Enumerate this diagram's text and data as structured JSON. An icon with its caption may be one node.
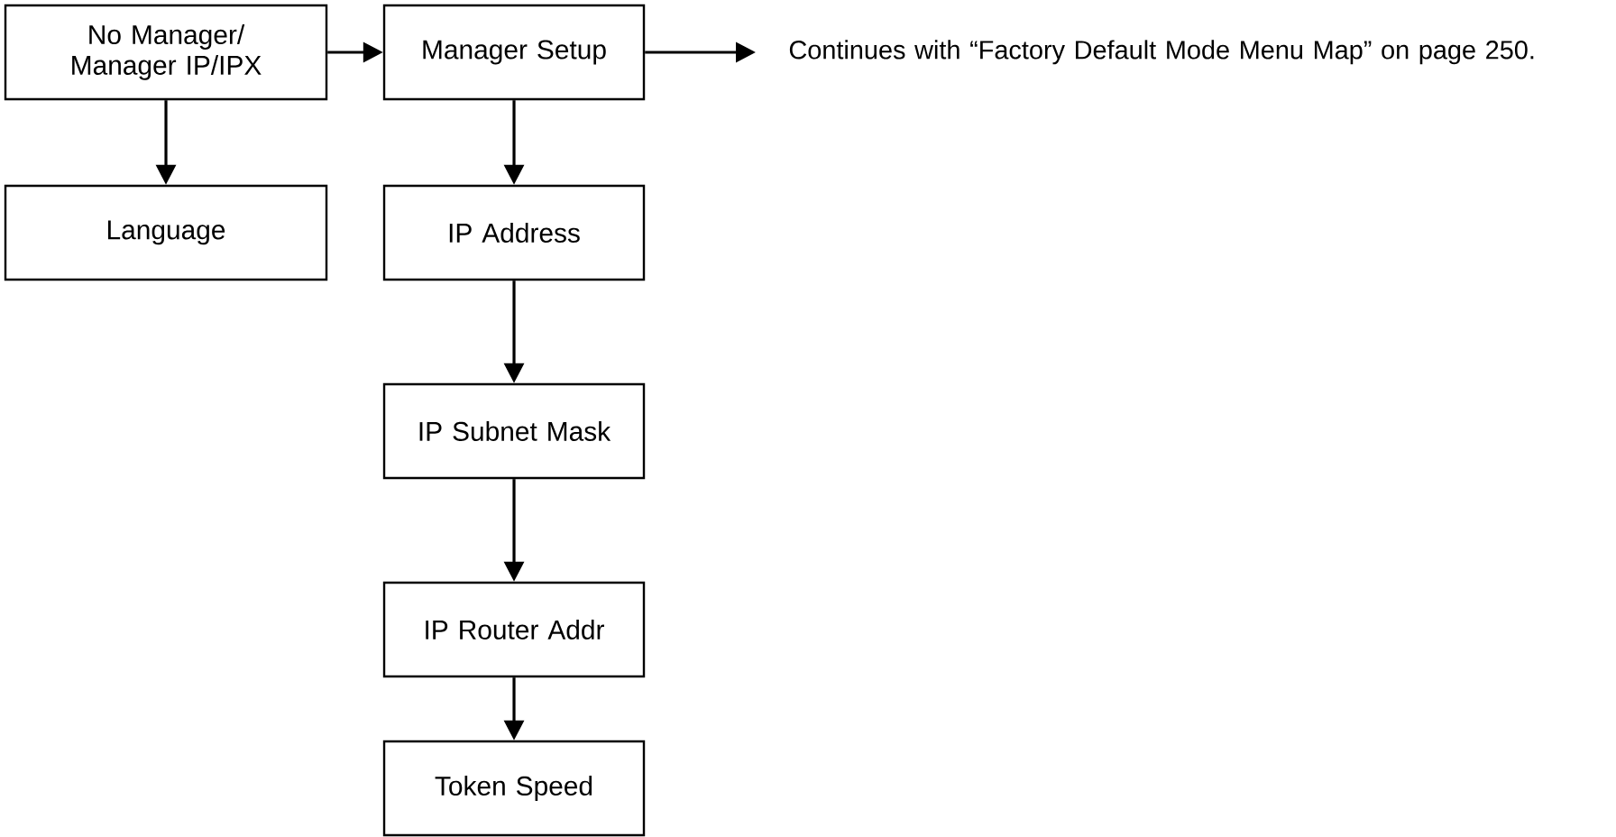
{
  "diagram": {
    "nodes": [
      {
        "text": [
          "No Manager/ Manager IP/IPX"
        ]
      },
      {
        "text": [
          "Manager Setup"
        ]
      },
      {
        "text": [
          "Language"
        ]
      },
      {
        "text": [
          "IP Address"
        ]
      },
      {
        "text": [
          "IP Subnet Mask"
        ]
      },
      {
        "text": [
          "IP Router Addr"
        ]
      },
      {
        "text": [
          "Token Speed"
        ]
      },
      {
        "text": [
          "Continues with “Factory Default Mode Menu Map” on page 250."
        ]
      }
    ],
    "edges": [
      {
        "from": 0,
        "to": 1,
        "arrow": "to"
      },
      {
        "from": 0,
        "to": 2,
        "arrow": "to"
      },
      {
        "from": 1,
        "to": 7,
        "arrow": "to"
      },
      {
        "from": 1,
        "to": 3,
        "arrow": "to"
      },
      {
        "from": 3,
        "to": 4,
        "arrow": "to"
      },
      {
        "from": 4,
        "to": 5,
        "arrow": "to"
      },
      {
        "from": 5,
        "to": 6,
        "arrow": "to"
      }
    ]
  }
}
